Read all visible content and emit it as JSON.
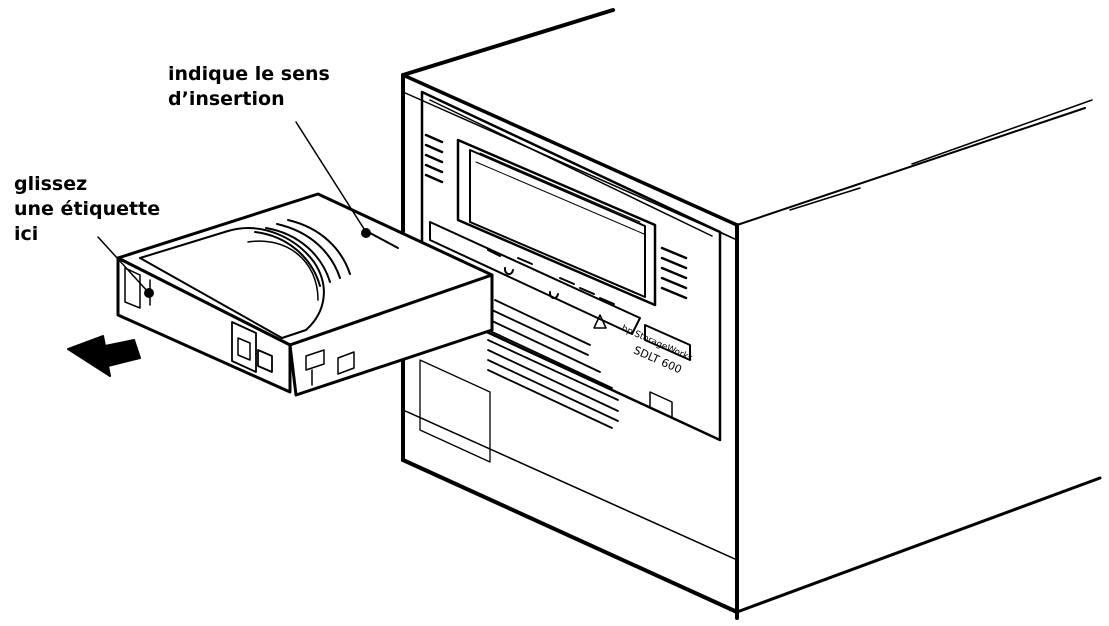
{
  "callouts": {
    "insertion": {
      "line1": "indique le sens",
      "line2": "d’insertion"
    },
    "label_area": {
      "line1": "glissez",
      "line2": "une étiquette",
      "line3": "ici"
    }
  },
  "drive_branding": {
    "brand": "hp",
    "series": "StorageWorks",
    "model": "SDLT 600"
  },
  "colors": {
    "line": "#000000",
    "background": "#ffffff"
  }
}
